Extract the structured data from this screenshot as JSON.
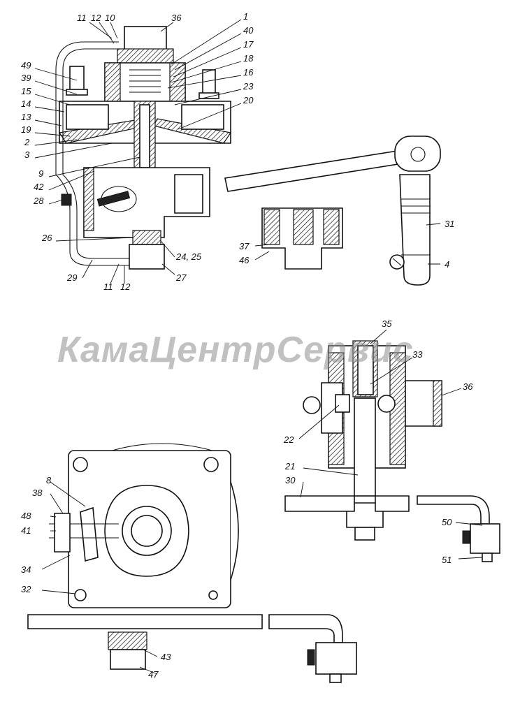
{
  "watermark": "КамаЦентрСервис",
  "callouts": {
    "top_left": [
      "11",
      "12",
      "10",
      "36",
      "1",
      "40",
      "17",
      "18",
      "16",
      "23",
      "20",
      "49",
      "39",
      "15",
      "14",
      "13",
      "19",
      "2",
      "3",
      "9",
      "42",
      "28",
      "26",
      "29",
      "11",
      "12",
      "27",
      "24, 25"
    ],
    "top_right": [
      "31",
      "4",
      "37",
      "46"
    ],
    "mid_right": [
      "35",
      "33",
      "36",
      "22",
      "21",
      "30",
      "50",
      "51"
    ],
    "bottom_left": [
      "8",
      "38",
      "48",
      "41",
      "34",
      "32",
      "43",
      "47"
    ]
  }
}
